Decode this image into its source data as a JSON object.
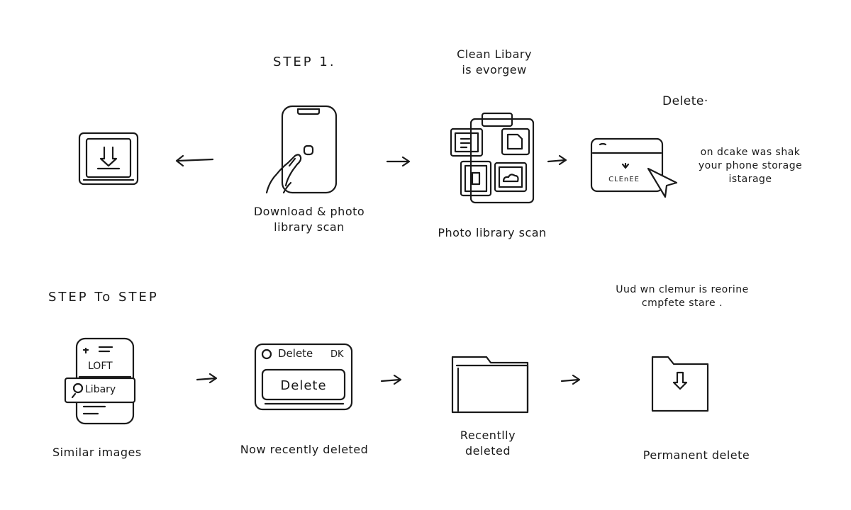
{
  "headings": {
    "step_1": "STEP 1.",
    "step_to_step": "STEP To STEP",
    "clean_library": [
      "Clean Libary",
      "is evorgew"
    ],
    "delete": "Delete·",
    "cleanup_note": [
      "Uud wn clemur is reorine",
      "cmpfete stare ."
    ]
  },
  "captions": {
    "download_scan": [
      "Download & photo",
      "library scan"
    ],
    "photo_library_scan": "Photo library scan",
    "storage_note": [
      "on dcake was shak",
      "your phone storage",
      "istarage"
    ],
    "similar_images": "Similar images",
    "now_recently_deleted": "Now recently deleted",
    "recently_deleted": [
      "Recentlly",
      "deleted"
    ],
    "permanent_delete": "Permanent delete"
  },
  "sketch_text": {
    "browser_button": "CLEnEE",
    "phone_row_1": "LOFT",
    "phone_row_2": "Libary",
    "dialog_option": "Delete",
    "dialog_ok": "DK",
    "dialog_button": "Delete"
  },
  "icons": [
    "download-tray-icon",
    "left-arrow-icon",
    "phone-tap-icon",
    "right-arrow-icon",
    "photo-stack-icon",
    "browser-cursor-icon",
    "phone-list-icon",
    "delete-dialog-icon",
    "folder-icon",
    "folder-download-icon"
  ]
}
